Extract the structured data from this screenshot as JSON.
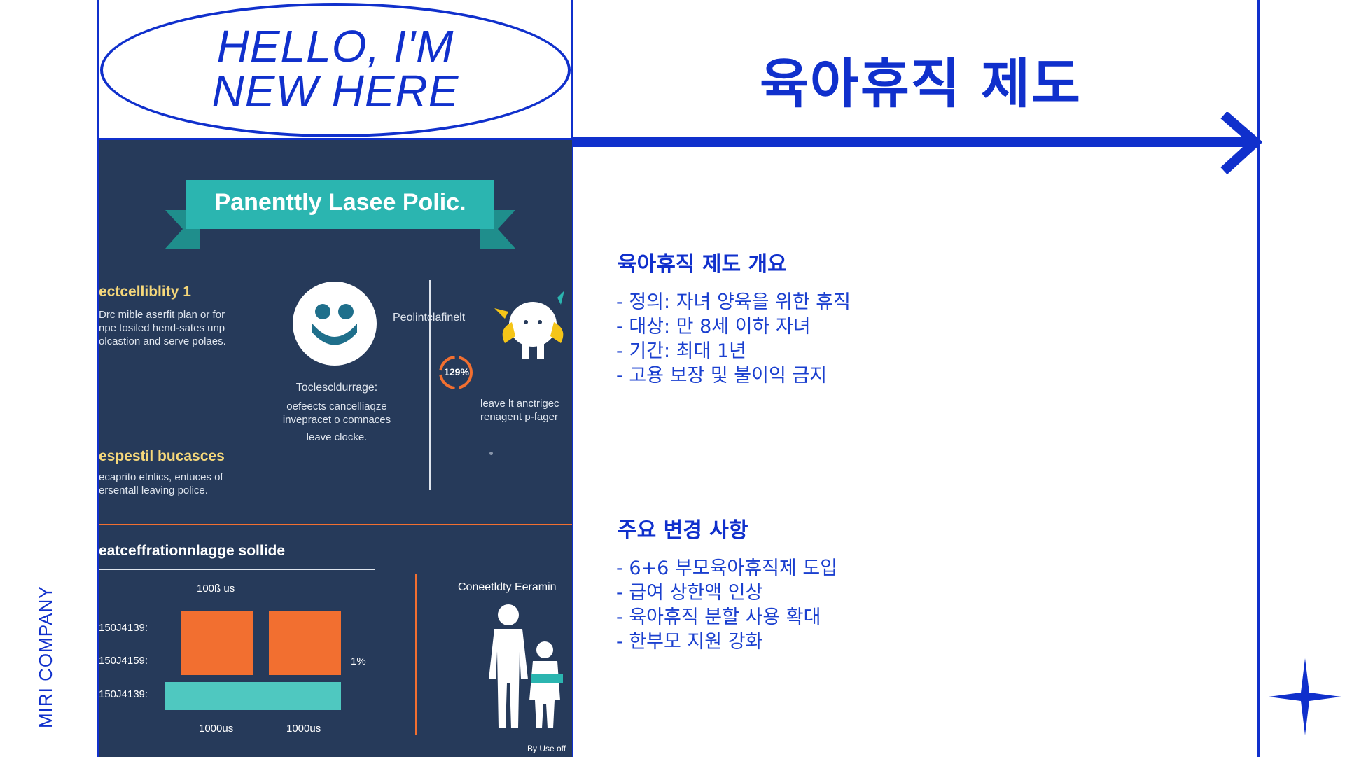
{
  "side_label": "MIRI COMPANY",
  "hello": {
    "line1": "HELLO, I'M",
    "line2": "NEW HERE"
  },
  "main_title": "육아휴직 제도",
  "infographic": {
    "banner": "Panenttly  Lasee Polic.",
    "heading1": "ectcelliblity 1",
    "text1": [
      "Drc mible aserfit plan or for",
      "npe tosiled hend-sates unp",
      "olcastion and serve polaes."
    ],
    "heading2": "espestil bucasces",
    "text2": [
      "ecaprito etnlics, entuces of",
      "ersentall leaving police."
    ],
    "center_title": "Toclescldurrage:",
    "center_text": [
      "oefeects cancelliaqze",
      "invepracet o comnaces",
      "leave clocke."
    ],
    "badge": "129%",
    "right_title": "Peolintclafinelt",
    "right_text": [
      "leave lt anctrigec",
      "renagent p-fager"
    ],
    "heading3": "eatceffrationnlagge sollide",
    "chart_top_label": "100ß us",
    "row_labels": [
      "150J4139:",
      "150J4159:",
      "150J4139:"
    ],
    "pct_label": "1%",
    "bottom_labels": [
      "1000us",
      "1000us"
    ],
    "right_bottom_title": "Coneetldty Eeramin",
    "footer": "By Use off"
  },
  "sections": [
    {
      "title": "육아휴직 제도 개요",
      "items": [
        "- 정의: 자녀 양육을 위한 휴직",
        "- 대상: 만 8세 이하 자녀",
        "- 기간: 최대 1년",
        "- 고용 보장 및 불이익 금지"
      ]
    },
    {
      "title": "주요 변경 사항",
      "items": [
        "- 6+6 부모육아휴직제 도입",
        "- 급여 상한액 인상",
        "- 육아휴직 분할 사용 확대",
        "- 한부모 지원 강화"
      ]
    }
  ],
  "colors": {
    "accent": "#1030cc",
    "panel_bg": "#263a5a",
    "teal": "#2bb5b0",
    "orange": "#f26f30",
    "yellow": "#f5d77a"
  }
}
